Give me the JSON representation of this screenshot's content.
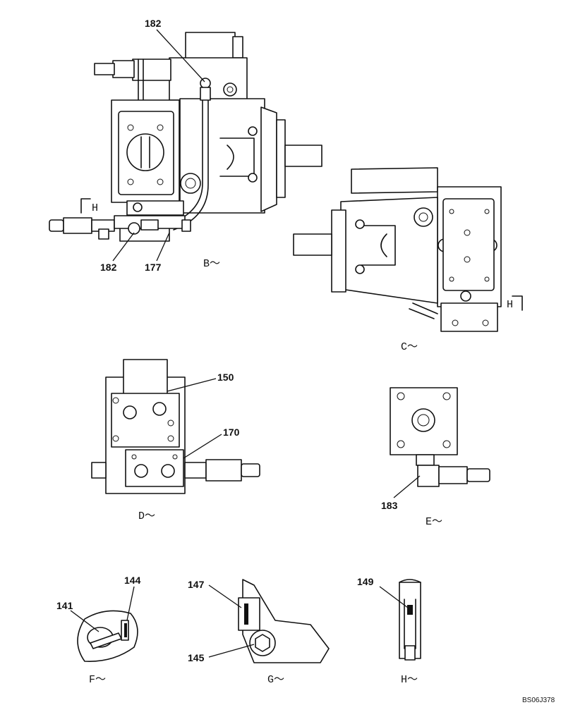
{
  "callouts": {
    "b_182_top": "182",
    "b_182_bottom": "182",
    "b_177": "177",
    "d_150": "150",
    "d_170": "170",
    "e_183": "183",
    "f_141": "141",
    "f_144": "144",
    "g_147": "147",
    "g_145": "145",
    "h_149": "149"
  },
  "view_labels": {
    "b": "B～",
    "c": "C～",
    "d": "D～",
    "e": "E～",
    "f": "F～",
    "g": "G～",
    "h": "H～",
    "section_h_left": "H",
    "section_h_right": "H"
  },
  "drawing_code": "BS06J378"
}
